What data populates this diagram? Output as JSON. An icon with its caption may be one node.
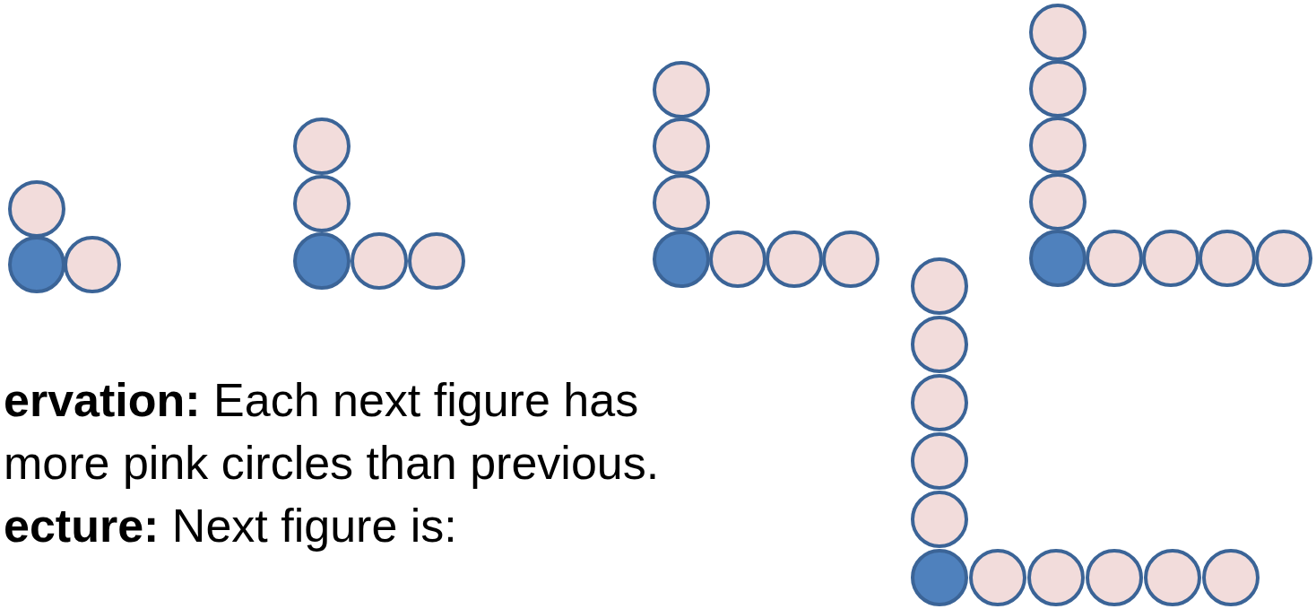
{
  "diagram": {
    "labels": [
      "**ervation:** Each next figure has",
      "more pink circles than previous.",
      "**ecture:**  Next figure is:"
    ]
  }
}
